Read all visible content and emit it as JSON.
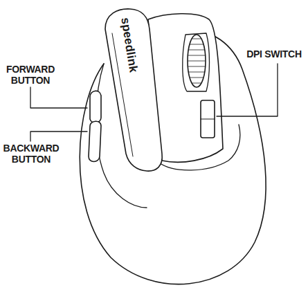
{
  "diagram": {
    "labels": [
      "FORWARD BUTTON",
      "BACKWARD BUTTON",
      "DPI SWITCH",
      "speedlink"
    ]
  }
}
